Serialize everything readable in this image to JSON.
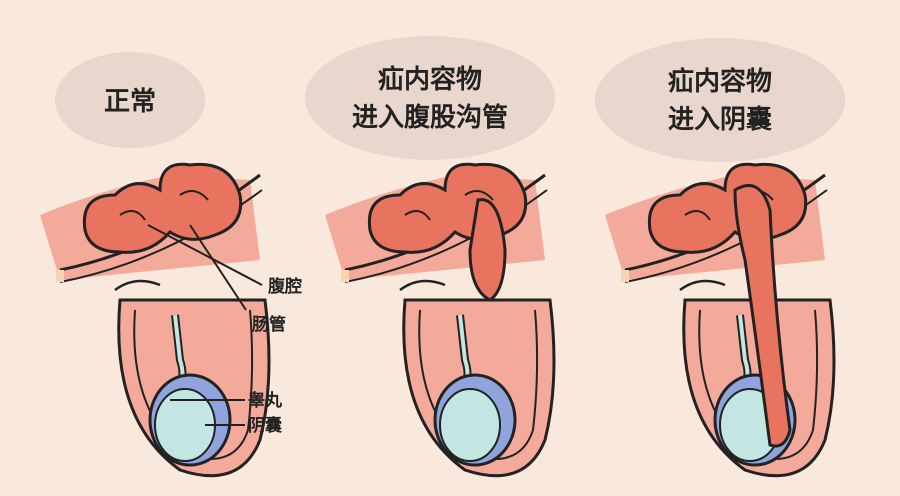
{
  "panels": [
    {
      "title_lines": [
        "正常"
      ]
    },
    {
      "title_lines": [
        "疝内容物",
        "进入腹股沟管"
      ]
    },
    {
      "title_lines": [
        "疝内容物",
        "进入阴囊"
      ]
    }
  ],
  "labels": {
    "abdominal_cavity": "腹腔",
    "intestine": "肠管",
    "testis": "睾丸",
    "scrotum": "阴囊"
  },
  "colors": {
    "background": "#f8e9dc",
    "bubble": "#e9d6cc",
    "tissue": "#f3aa9b",
    "intestine": "#e8735f",
    "testis_ring": "#8fa3dc",
    "testis": "#c3e6e2"
  }
}
